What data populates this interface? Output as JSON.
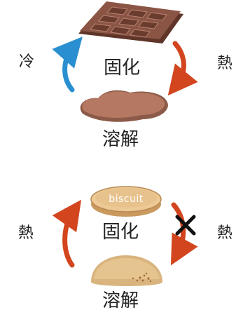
{
  "top_cycle": {
    "left_label": "冷",
    "right_label": "熱",
    "solid_label": "固化",
    "liquid_label": "溶解",
    "up_arrow_color": "#2a8fd0",
    "down_arrow_color": "#d2451e",
    "chocolate_color": "#7a4a3a",
    "melted_color": "#b57863"
  },
  "bottom_cycle": {
    "left_label": "熱",
    "right_label": "熱",
    "solid_label": "固化",
    "liquid_label": "溶解",
    "biscuit_text": "biscuit",
    "up_arrow_color": "#d2451e",
    "down_arrow_color": "#d2451e",
    "cross_color": "#111111",
    "biscuit_color": "#e3bd87",
    "crumbs_color": "#d9b47e"
  }
}
